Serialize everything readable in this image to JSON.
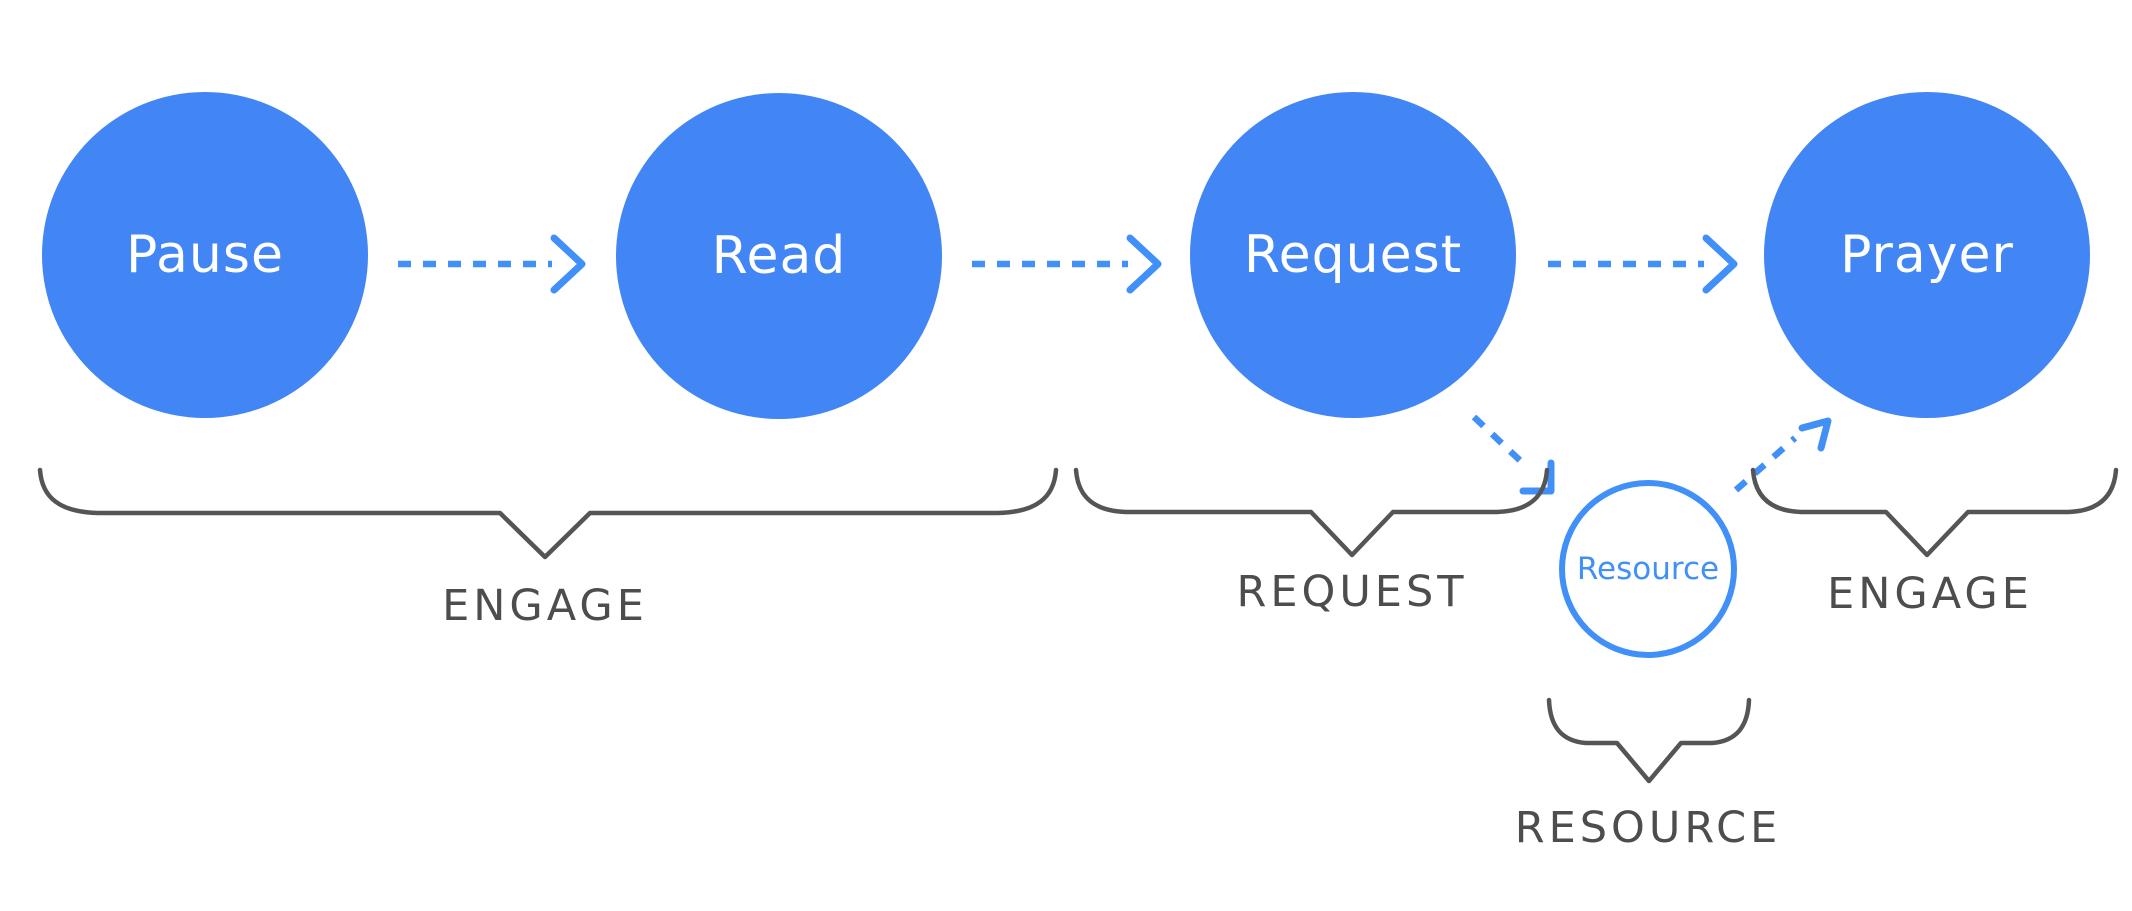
{
  "diagram": {
    "background_color": "#ffffff",
    "colors": {
      "node_fill_blue": "#4285f4",
      "node_text_white": "#ffffff",
      "accent_blue": "#4190f7",
      "brace_gray": "#555555",
      "label_gray": "#4d4d4d"
    },
    "nodes": [
      {
        "id": "pause",
        "label": "Pause",
        "shape": "circle",
        "style": "filled-blue"
      },
      {
        "id": "read",
        "label": "Read",
        "shape": "circle",
        "style": "filled-blue"
      },
      {
        "id": "request",
        "label": "Request",
        "shape": "circle",
        "style": "filled-blue"
      },
      {
        "id": "prayer",
        "label": "Prayer",
        "shape": "circle",
        "style": "filled-blue"
      },
      {
        "id": "resource",
        "label": "Resource",
        "shape": "circle",
        "style": "outlined-blue"
      }
    ],
    "connections": [
      {
        "from": "Pause",
        "to": "Read",
        "style": "dashed-arrow"
      },
      {
        "from": "Read",
        "to": "Request",
        "style": "dashed-arrow"
      },
      {
        "from": "Request",
        "to": "Prayer",
        "style": "dashed-arrow"
      },
      {
        "from": "Request",
        "to": "Resource",
        "style": "dashed-arrow"
      },
      {
        "from": "Resource",
        "to": "Prayer",
        "style": "dashed-arrow"
      }
    ],
    "groups": [
      {
        "id": "engage-left",
        "label": "ENGAGE",
        "covers": [
          "Pause",
          "Read"
        ]
      },
      {
        "id": "request-group",
        "label": "REQUEST",
        "covers": [
          "Request"
        ]
      },
      {
        "id": "engage-right",
        "label": "ENGAGE",
        "covers": [
          "Prayer"
        ]
      },
      {
        "id": "resource-group",
        "label": "RESOURCE",
        "covers": [
          "Resource"
        ]
      }
    ]
  }
}
